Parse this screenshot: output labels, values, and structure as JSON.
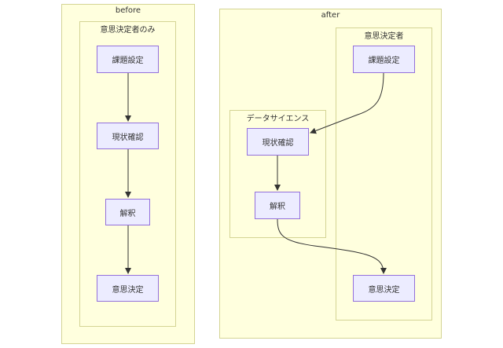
{
  "before": {
    "title": "before",
    "group_title": "意思決定者のみ",
    "nodes": [
      "課題設定",
      "現状確認",
      "解釈",
      "意思決定"
    ]
  },
  "after": {
    "title": "after",
    "decision_maker_group_title": "意思決定者",
    "data_science_group_title": "データサイエンス",
    "nodes": {
      "issue_setting": "課題設定",
      "status_check": "現状確認",
      "interpretation": "解釈",
      "decision": "意思決定"
    }
  },
  "colors": {
    "cluster_fill": "#ffffde",
    "cluster_border": "#d4d494",
    "node_fill": "#ececff",
    "node_border": "#9370db",
    "edge": "#333333"
  }
}
